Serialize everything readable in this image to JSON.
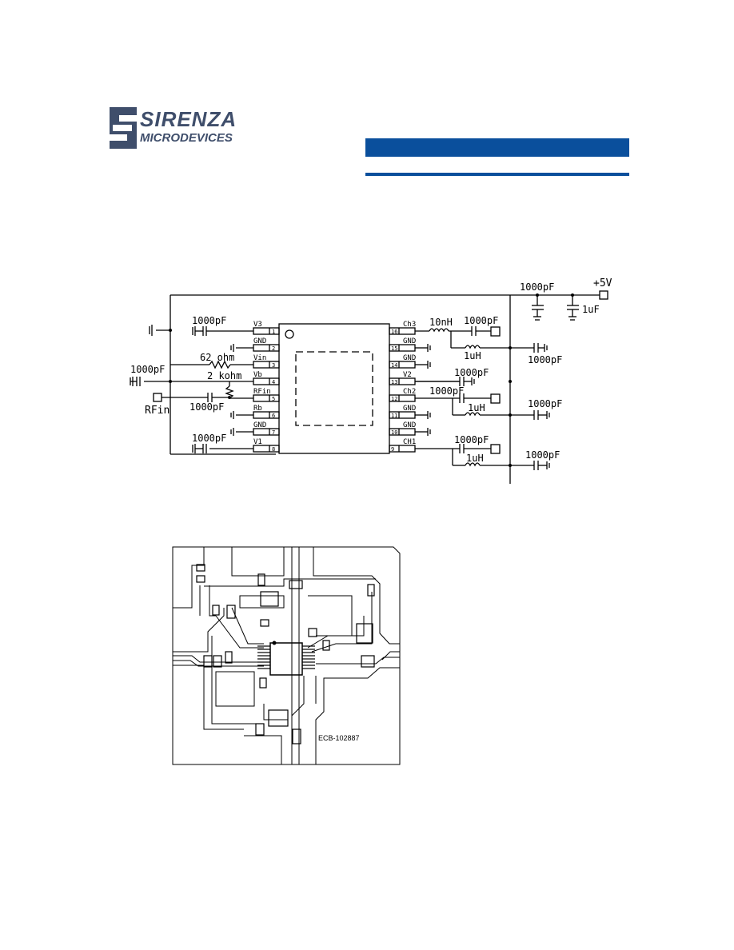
{
  "logo": {
    "line1": "SIRENZA",
    "line2": "MICRODEVICES"
  },
  "colors": {
    "brand_blue": "#0a4f9c",
    "logo_gray": "#3f4e6b"
  },
  "schematic": {
    "supply": "+5V",
    "supply_caps": [
      "1000pF",
      "1uF"
    ],
    "left_pins": [
      {
        "num": "1",
        "name": "V3"
      },
      {
        "num": "2",
        "name": "GND"
      },
      {
        "num": "3",
        "name": "Vin"
      },
      {
        "num": "4",
        "name": "Vb"
      },
      {
        "num": "5",
        "name": "RFin"
      },
      {
        "num": "6",
        "name": "Rb"
      },
      {
        "num": "7",
        "name": "GND"
      },
      {
        "num": "8",
        "name": "V1"
      }
    ],
    "right_pins": [
      {
        "num": "16",
        "name": "Ch3"
      },
      {
        "num": "15",
        "name": "GND"
      },
      {
        "num": "14",
        "name": "GND"
      },
      {
        "num": "13",
        "name": "V2"
      },
      {
        "num": "12",
        "name": "Ch2"
      },
      {
        "num": "11",
        "name": "GND"
      },
      {
        "num": "10",
        "name": "GND"
      },
      {
        "num": "9",
        "name": "CH1"
      }
    ],
    "left_labels": {
      "cap_v3": "1000pF",
      "res_vin": "62 ohm",
      "cap_left": "1000pF",
      "res_vb": "2 kohm",
      "rfin": "RFin",
      "cap_rfin": "1000pF",
      "cap_v1": "1000pF"
    },
    "right_labels": {
      "ind_ch3": "10nH",
      "cap_ch3": "1000pF",
      "ind_ch3b": "1uH",
      "cap_ch3b": "1000pF",
      "cap_v2": "1000pF",
      "cap_ch2": "1000pF",
      "ind_ch2": "1uH",
      "cap_ch2b": "1000pF",
      "cap_ch1": "1000pF",
      "ind_ch1": "1uH",
      "cap_ch1b": "1000pF"
    }
  },
  "pcb": {
    "board_id": "ECB-102887"
  }
}
